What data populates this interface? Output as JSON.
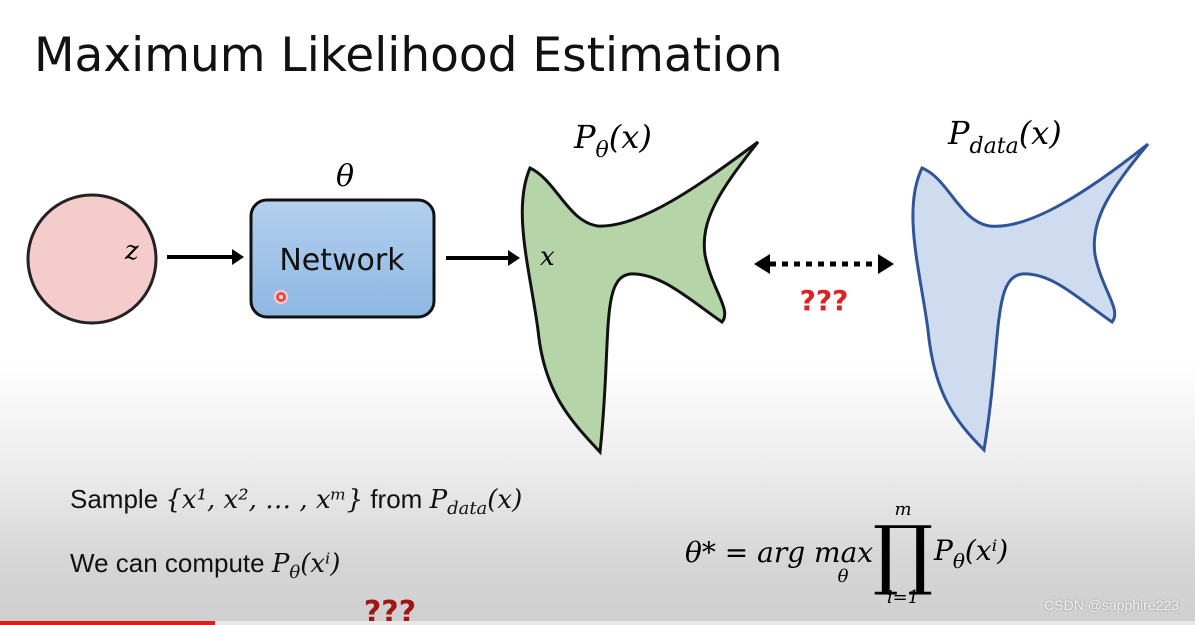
{
  "slide": {
    "title": "Maximum Likelihood Estimation",
    "z_label": "z",
    "theta_label": "θ",
    "network_label": "Network",
    "x_label": "x",
    "p_theta_label": "P",
    "p_theta_sub": "θ",
    "p_theta_arg": "(x)",
    "p_data_label": "P",
    "p_data_sub": "data",
    "p_data_arg": "(x)",
    "question_marks_mid": "???",
    "question_marks_bottom": "???",
    "sample_text_prefix": "Sample ",
    "sample_set": "{x¹, x², … , xᵐ}",
    "sample_text_mid": " from ",
    "sample_p": "P",
    "sample_p_sub": "data",
    "sample_p_arg": "(x)",
    "compute_text": "We can compute ",
    "compute_p": "P",
    "compute_p_sub": "θ",
    "compute_p_arg": "(xⁱ)",
    "formula_lhs": "θ* = arg max",
    "formula_under": "θ",
    "formula_prod": "∏",
    "formula_prod_top": "m",
    "formula_prod_bottom": "i=1",
    "formula_rhs_p": "P",
    "formula_rhs_sub": "θ",
    "formula_rhs_arg": "(xⁱ)"
  },
  "watermark": "CSDN @sapphire223",
  "video_progress": 0.18,
  "colors": {
    "circle_fill": "#f4cccc",
    "network_fill": "#9dc3e6",
    "green_shape_fill": "#b5d5a8",
    "blue_shape_fill": "#cfdcef",
    "blue_shape_stroke": "#2f5597",
    "question_red": "#e02020",
    "progress": "#d62020"
  }
}
